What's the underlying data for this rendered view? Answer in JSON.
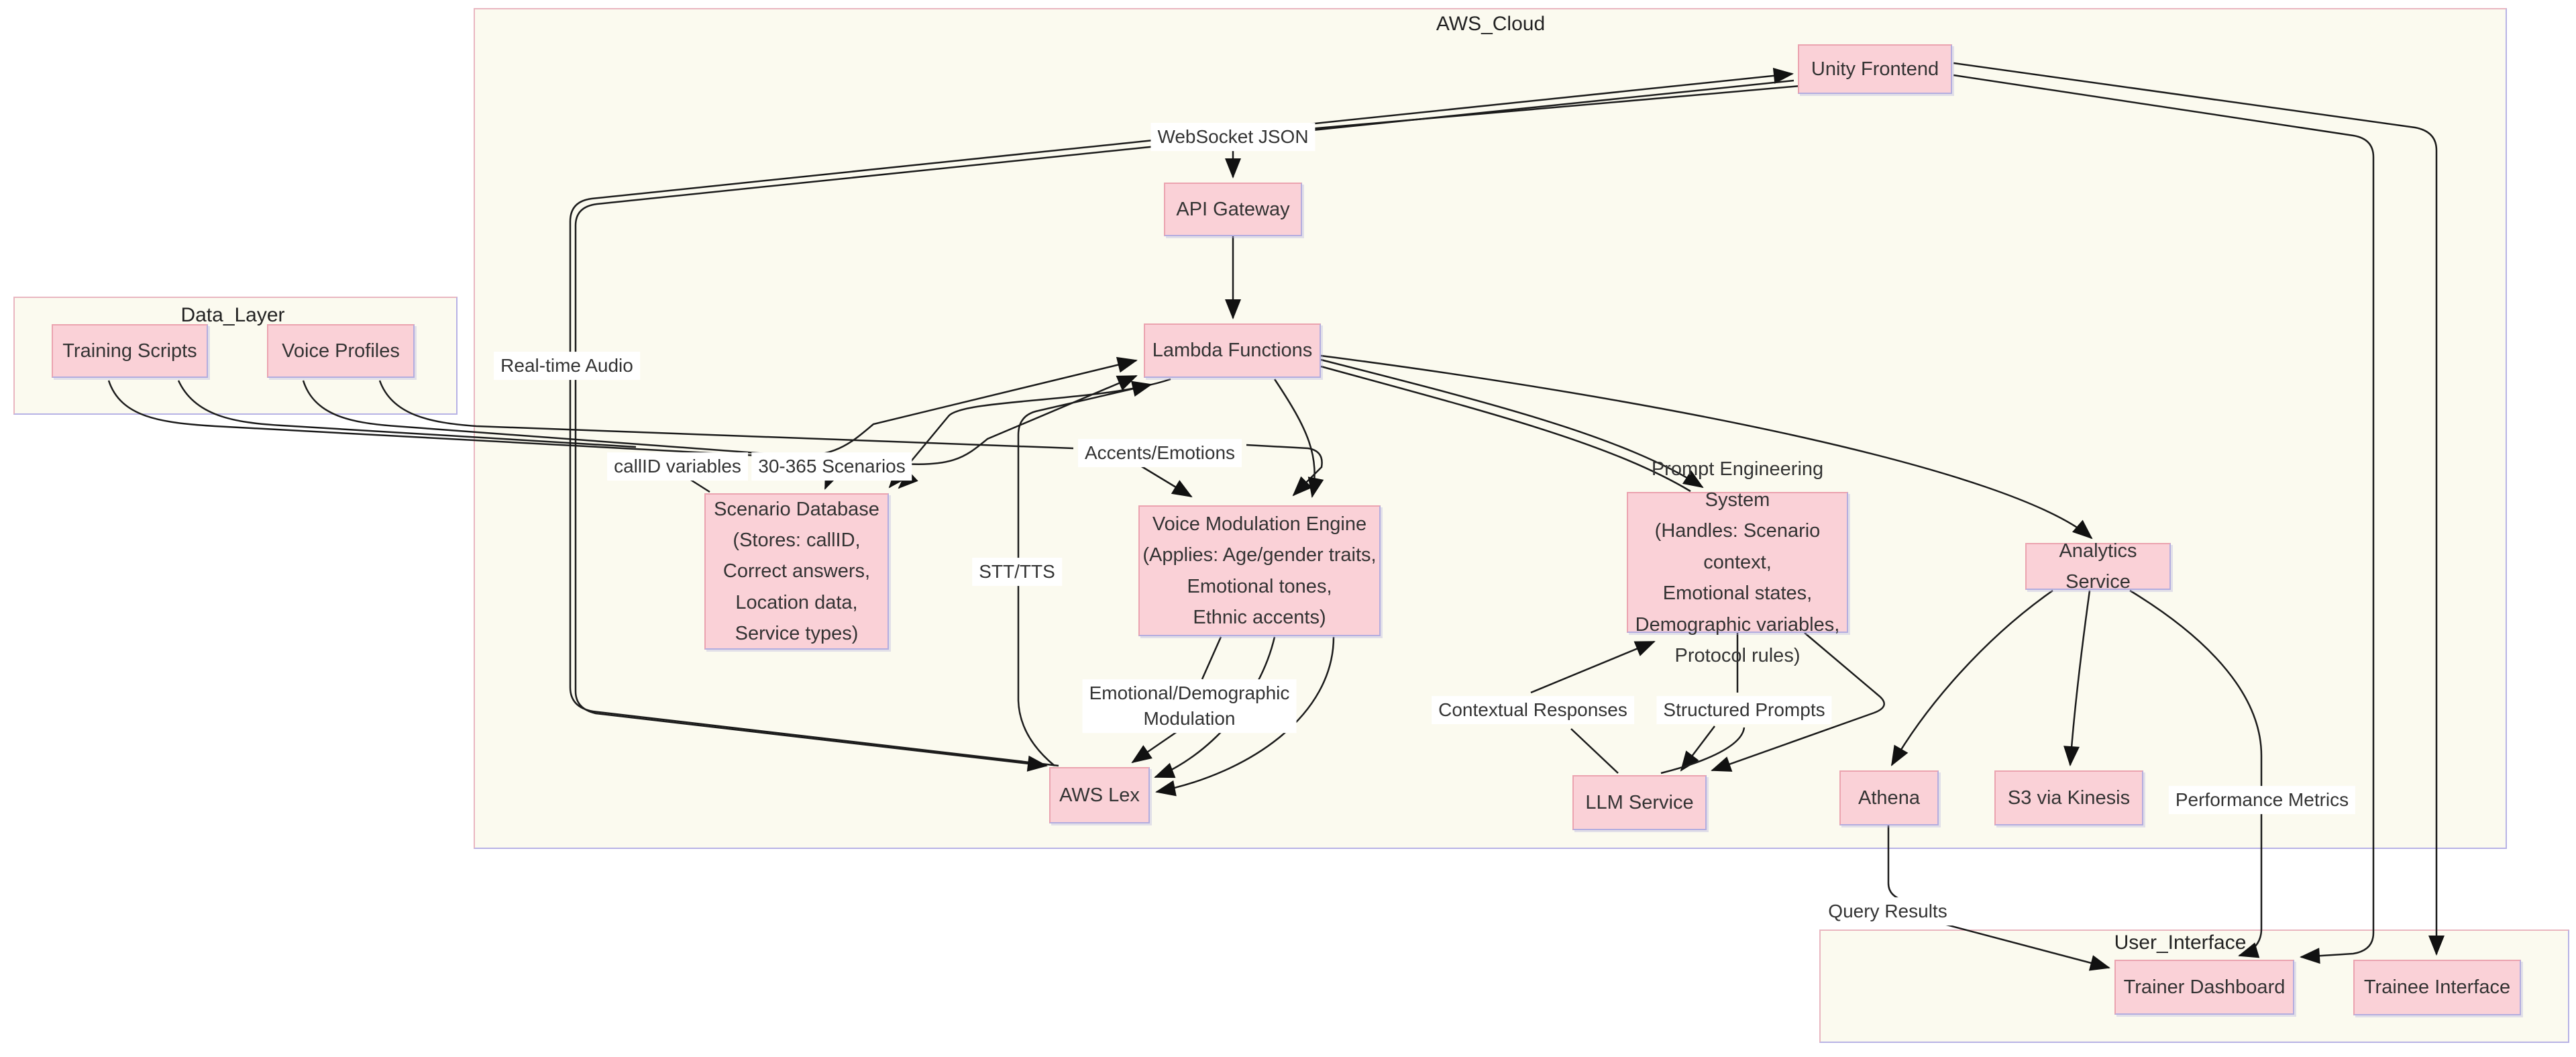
{
  "diagram_type": "architecture-flowchart",
  "colors": {
    "node_fill": "#fad1d7",
    "node_border_light": "#eba3af",
    "node_border_dark": "#b3addf",
    "container_fill": "#fbfaef",
    "container_border_pink": "#e9b6c0",
    "container_border_purple": "#b7b2e5",
    "edge_stroke": "#1b1b1b",
    "edge_label_bg": "#ffffff",
    "text": "#333333",
    "page_bg": "#ffffff"
  },
  "containers": {
    "aws_cloud": {
      "label": "AWS_Cloud"
    },
    "data_layer": {
      "label": "Data_Layer"
    },
    "user_interface": {
      "label": "User_Interface"
    }
  },
  "nodes": {
    "unity": {
      "label": "Unity Frontend"
    },
    "api_gateway": {
      "label": "API Gateway"
    },
    "lambda": {
      "label": "Lambda Functions"
    },
    "training_scripts": {
      "label": "Training Scripts"
    },
    "voice_profiles": {
      "label": "Voice Profiles"
    },
    "scenario_db": {
      "label": "Scenario Database\n(Stores: callID,\nCorrect answers,\nLocation data,\nService types)"
    },
    "vme": {
      "label": "Voice Modulation Engine\n(Applies: Age/gender traits,\nEmotional tones,\nEthnic accents)"
    },
    "pes": {
      "label": "Prompt Engineering System\n(Handles: Scenario context,\nEmotional states,\nDemographic variables,\nProtocol rules)"
    },
    "analytics": {
      "label": "Analytics Service"
    },
    "aws_lex": {
      "label": "AWS Lex"
    },
    "llm": {
      "label": "LLM Service"
    },
    "athena": {
      "label": "Athena"
    },
    "s3_kinesis": {
      "label": "S3 via Kinesis"
    },
    "trainer_dashboard": {
      "label": "Trainer Dashboard"
    },
    "trainee_interface": {
      "label": "Trainee Interface"
    }
  },
  "edge_labels": {
    "websocket_json": {
      "text": "WebSocket JSON"
    },
    "realtime_audio": {
      "text": "Real-time Audio"
    },
    "callid_variables": {
      "text": "callID variables"
    },
    "scenarios_30_365": {
      "text": "30-365 Scenarios"
    },
    "accents_emotions": {
      "text": "Accents/Emotions"
    },
    "stt_tts": {
      "text": "STT/TTS"
    },
    "emotional_demographic": {
      "text": "Emotional/Demographic\nModulation"
    },
    "contextual_responses": {
      "text": "Contextual Responses"
    },
    "structured_prompts": {
      "text": "Structured Prompts"
    },
    "performance_metrics": {
      "text": "Performance Metrics"
    },
    "query_results": {
      "text": "Query Results"
    }
  },
  "edges": [
    {
      "from": "Unity Frontend",
      "to": "API Gateway",
      "label": "WebSocket JSON"
    },
    {
      "from": "API Gateway",
      "to": "Lambda Functions",
      "label": ""
    },
    {
      "from": "AWS Lex",
      "to": "Unity Frontend",
      "label": "Real-time Audio"
    },
    {
      "from": "Unity Frontend",
      "to": "AWS Lex",
      "label": "Real-time Audio"
    },
    {
      "from": "Training Scripts",
      "to": "Lambda Functions",
      "label": ""
    },
    {
      "from": "Voice Profiles",
      "to": "Lambda Functions",
      "label": ""
    },
    {
      "from": "Training Scripts",
      "to": "Scenario Database",
      "label": "callID variables"
    },
    {
      "from": "Voice Profiles",
      "to": "Voice Modulation Engine",
      "label": "Accents/Emotions"
    },
    {
      "from": "Lambda Functions",
      "to": "Scenario Database",
      "label": "30-365 Scenarios"
    },
    {
      "from": "Lambda Functions",
      "to": "Voice Modulation Engine",
      "label": ""
    },
    {
      "from": "Voice Modulation Engine",
      "to": "AWS Lex",
      "label": "Emotional/Demographic Modulation"
    },
    {
      "from": "AWS Lex",
      "to": "Lambda Functions",
      "label": "STT/TTS"
    },
    {
      "from": "Lambda Functions",
      "to": "Prompt Engineering System",
      "label": ""
    },
    {
      "from": "Lambda Functions",
      "to": "Analytics Service",
      "label": ""
    },
    {
      "from": "Prompt Engineering System",
      "to": "LLM Service",
      "label": "Structured Prompts"
    },
    {
      "from": "LLM Service",
      "to": "Prompt Engineering System",
      "label": "Contextual Responses"
    },
    {
      "from": "Analytics Service",
      "to": "Athena",
      "label": ""
    },
    {
      "from": "Analytics Service",
      "to": "S3 via Kinesis",
      "label": ""
    },
    {
      "from": "Analytics Service",
      "to": "Trainer Dashboard",
      "label": "Performance Metrics"
    },
    {
      "from": "Athena",
      "to": "Trainer Dashboard",
      "label": "Query Results"
    },
    {
      "from": "Unity Frontend",
      "to": "Trainer Dashboard",
      "label": ""
    },
    {
      "from": "Unity Frontend",
      "to": "Trainee Interface",
      "label": ""
    }
  ]
}
